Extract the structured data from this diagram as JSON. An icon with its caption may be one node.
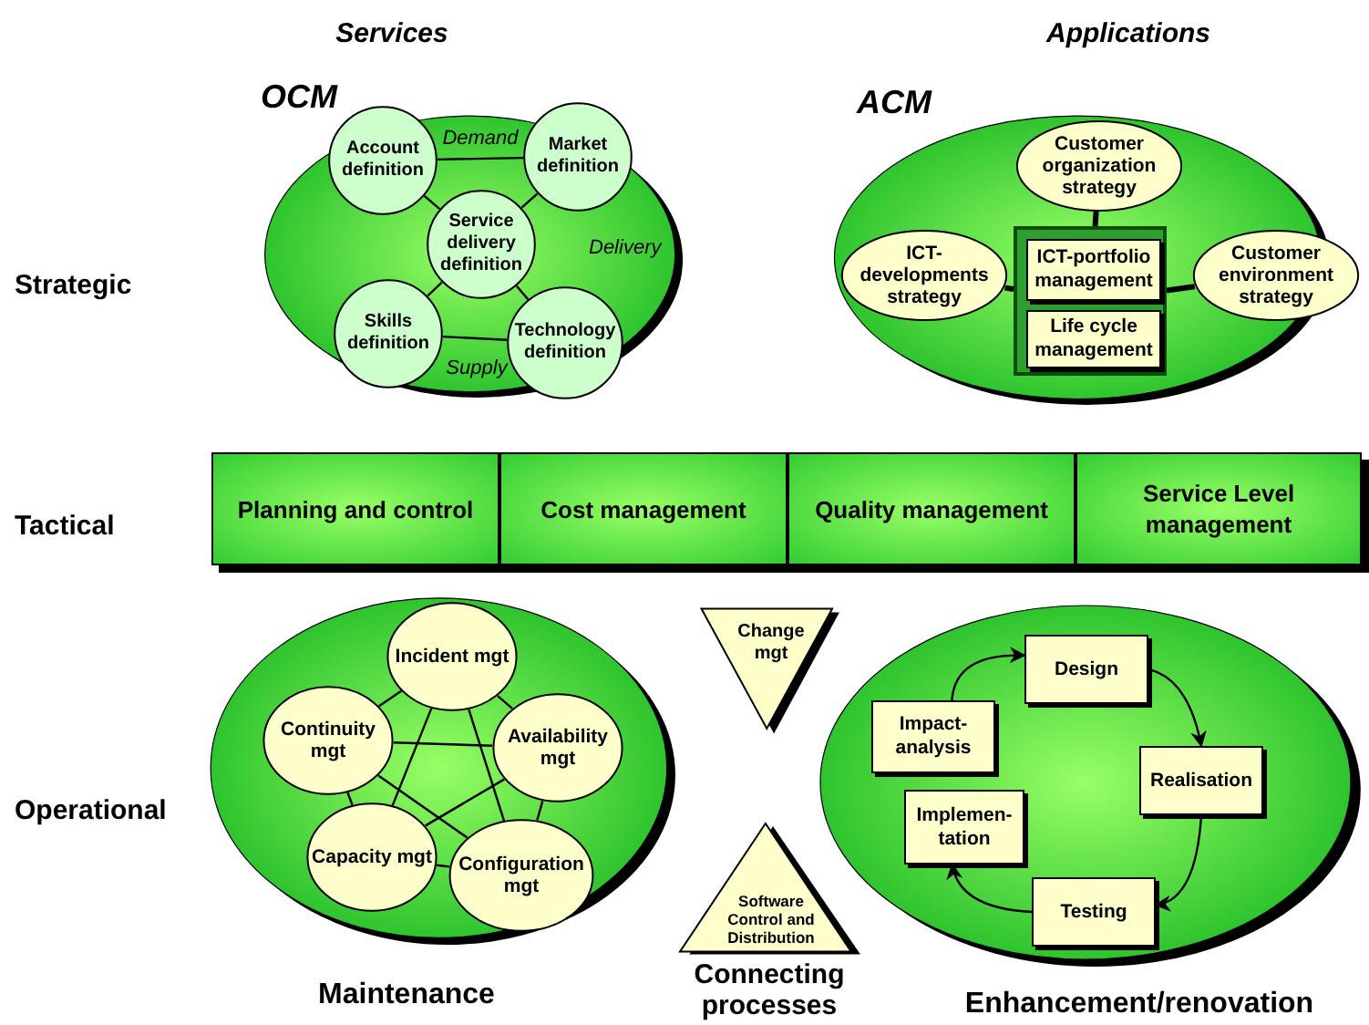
{
  "diagram": {
    "nodes": [
      {
        "text": [
          "OCM"
        ]
      },
      {
        "text": [
          "Account definition"
        ],
        "in": 0
      },
      {
        "text": [
          "Market definition"
        ],
        "in": 0
      },
      {
        "text": [
          "Service delivery definition"
        ],
        "in": 0
      },
      {
        "text": [
          "Skills definition"
        ],
        "in": 0
      },
      {
        "text": [
          "Technology definition"
        ],
        "in": 0
      },
      {
        "text": [
          "ACM"
        ]
      },
      {
        "text": [
          "Customer organization strategy"
        ],
        "in": 6
      },
      {
        "text": [
          "ICT-developments strategy"
        ],
        "in": 6
      },
      {
        "text": [],
        "shape": "box",
        "in": 6
      },
      {
        "text": [
          "ICT-portfolio management"
        ],
        "in": 9
      },
      {
        "text": [
          "Life cycle management"
        ],
        "in": 9
      },
      {
        "text": [
          "Customer environment strategy"
        ],
        "in": 6
      },
      {
        "text": [],
        "shape": "bar"
      },
      {
        "text": [
          "Planning and control"
        ],
        "in": 13
      },
      {
        "text": [
          "Cost management"
        ],
        "in": 13
      },
      {
        "text": [
          "Quality management"
        ],
        "in": 13
      },
      {
        "text": [
          "Service Level management"
        ],
        "in": 13
      },
      {
        "text": [
          "Maintenance"
        ]
      },
      {
        "text": [
          "Incident mgt"
        ],
        "in": 18
      },
      {
        "text": [
          "Continuity mgt"
        ],
        "in": 18
      },
      {
        "text": [
          "Availability mgt"
        ],
        "in": 18
      },
      {
        "text": [
          "Capacity mgt"
        ],
        "in": 18
      },
      {
        "text": [
          "Configuration mgt"
        ],
        "in": 18
      },
      {
        "text": [
          "Change mgt"
        ]
      },
      {
        "text": [
          "Software Control and Distribution"
        ]
      },
      {
        "text": [
          "Enhancement/renovation"
        ]
      },
      {
        "text": [
          "Design"
        ],
        "in": 26
      },
      {
        "text": [
          "Impact-analysis"
        ],
        "in": 26
      },
      {
        "text": [
          "Realisation"
        ],
        "in": 26
      },
      {
        "text": [
          "Implemen-tation"
        ],
        "in": 26
      },
      {
        "text": [
          "Testing"
        ],
        "in": 26
      }
    ],
    "edges": [
      {
        "from": 1,
        "to": 2,
        "arrow": "none",
        "label": "Demand"
      },
      {
        "from": 1,
        "to": 3,
        "arrow": "none"
      },
      {
        "from": 2,
        "to": 3,
        "arrow": "none"
      },
      {
        "from": 3,
        "to": 4,
        "arrow": "none"
      },
      {
        "from": 3,
        "to": 5,
        "arrow": "none"
      },
      {
        "from": 4,
        "to": 5,
        "arrow": "none",
        "label": "Supply"
      },
      {
        "from": 7,
        "to": 9,
        "arrow": "none",
        "style": "thick"
      },
      {
        "from": 8,
        "to": 9,
        "arrow": "none",
        "style": "thick"
      },
      {
        "from": 12,
        "to": 9,
        "arrow": "none",
        "style": "thick"
      },
      {
        "from": 19,
        "to": 20,
        "arrow": "none"
      },
      {
        "from": 19,
        "to": 21,
        "arrow": "none"
      },
      {
        "from": 19,
        "to": 22,
        "arrow": "none"
      },
      {
        "from": 19,
        "to": 23,
        "arrow": "none"
      },
      {
        "from": 20,
        "to": 21,
        "arrow": "none"
      },
      {
        "from": 20,
        "to": 22,
        "arrow": "none"
      },
      {
        "from": 20,
        "to": 23,
        "arrow": "none"
      },
      {
        "from": 21,
        "to": 22,
        "arrow": "none"
      },
      {
        "from": 21,
        "to": 23,
        "arrow": "none"
      },
      {
        "from": 22,
        "to": 23,
        "arrow": "none"
      },
      {
        "from": 28,
        "to": 27,
        "arrow": "to"
      },
      {
        "from": 27,
        "to": 29,
        "arrow": "to"
      },
      {
        "from": 29,
        "to": 31,
        "arrow": "to"
      },
      {
        "from": 31,
        "to": 30,
        "arrow": "to"
      }
    ],
    "labels": [
      "Services",
      "Applications",
      "Strategic",
      "Tactical",
      "Operational",
      "Delivery",
      "Connecting processes"
    ]
  }
}
